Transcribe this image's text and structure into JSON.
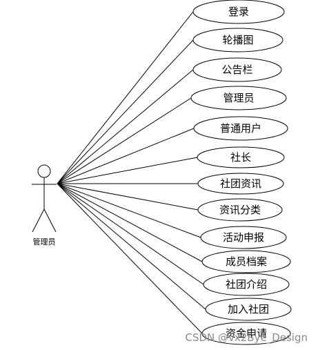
{
  "actor": {
    "label": "管理员"
  },
  "use_cases": [
    {
      "label": "登录"
    },
    {
      "label": "轮播图"
    },
    {
      "label": "公告栏"
    },
    {
      "label": "管理员"
    },
    {
      "label": "普通用户"
    },
    {
      "label": "社长"
    },
    {
      "label": "社团资讯"
    },
    {
      "label": "资讯分类"
    },
    {
      "label": "活动申报"
    },
    {
      "label": "成员档案"
    },
    {
      "label": "社团介绍"
    },
    {
      "label": "加入社团"
    },
    {
      "label": "资金申请"
    }
  ],
  "watermark": {
    "text": "CSDN @vx2Bye_Design"
  },
  "colors": {
    "line": "#000000",
    "background": "#ffffff",
    "watermark": "#8a8a8a"
  }
}
